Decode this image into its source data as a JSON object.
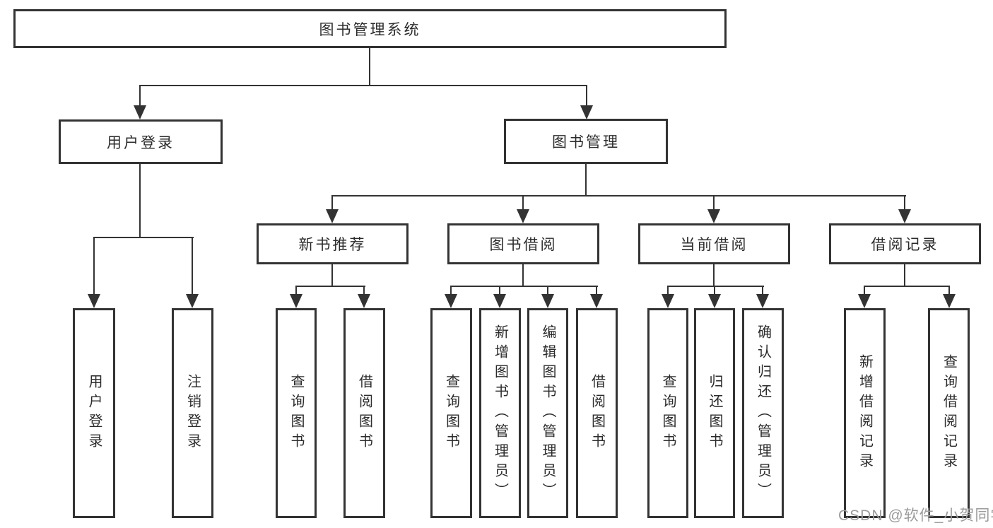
{
  "colors": {
    "line": "#333333",
    "text": "#2b2b2b",
    "watermark": "#9b9b9b",
    "background": "#ffffff"
  },
  "watermark": "CSDN @软件_小贺同学",
  "tree": {
    "label": "图书管理系统",
    "children": [
      {
        "label": "用户登录",
        "children": [
          {
            "label": "用户登录"
          },
          {
            "label": "注销登录"
          }
        ]
      },
      {
        "label": "图书管理",
        "children": [
          {
            "label": "新书推荐",
            "children": [
              {
                "label": "查询图书"
              },
              {
                "label": "借阅图书"
              }
            ]
          },
          {
            "label": "图书借阅",
            "children": [
              {
                "label": "查询图书"
              },
              {
                "label": "新增图书（管理员）"
              },
              {
                "label": "编辑图书（管理员）"
              },
              {
                "label": "借阅图书"
              }
            ]
          },
          {
            "label": "当前借阅",
            "children": [
              {
                "label": "查询图书"
              },
              {
                "label": "归还图书"
              },
              {
                "label": "确认归还（管理员）"
              }
            ]
          },
          {
            "label": "借阅记录",
            "children": [
              {
                "label": "新增借阅记录"
              },
              {
                "label": "查询借阅记录"
              }
            ]
          }
        ]
      }
    ]
  }
}
